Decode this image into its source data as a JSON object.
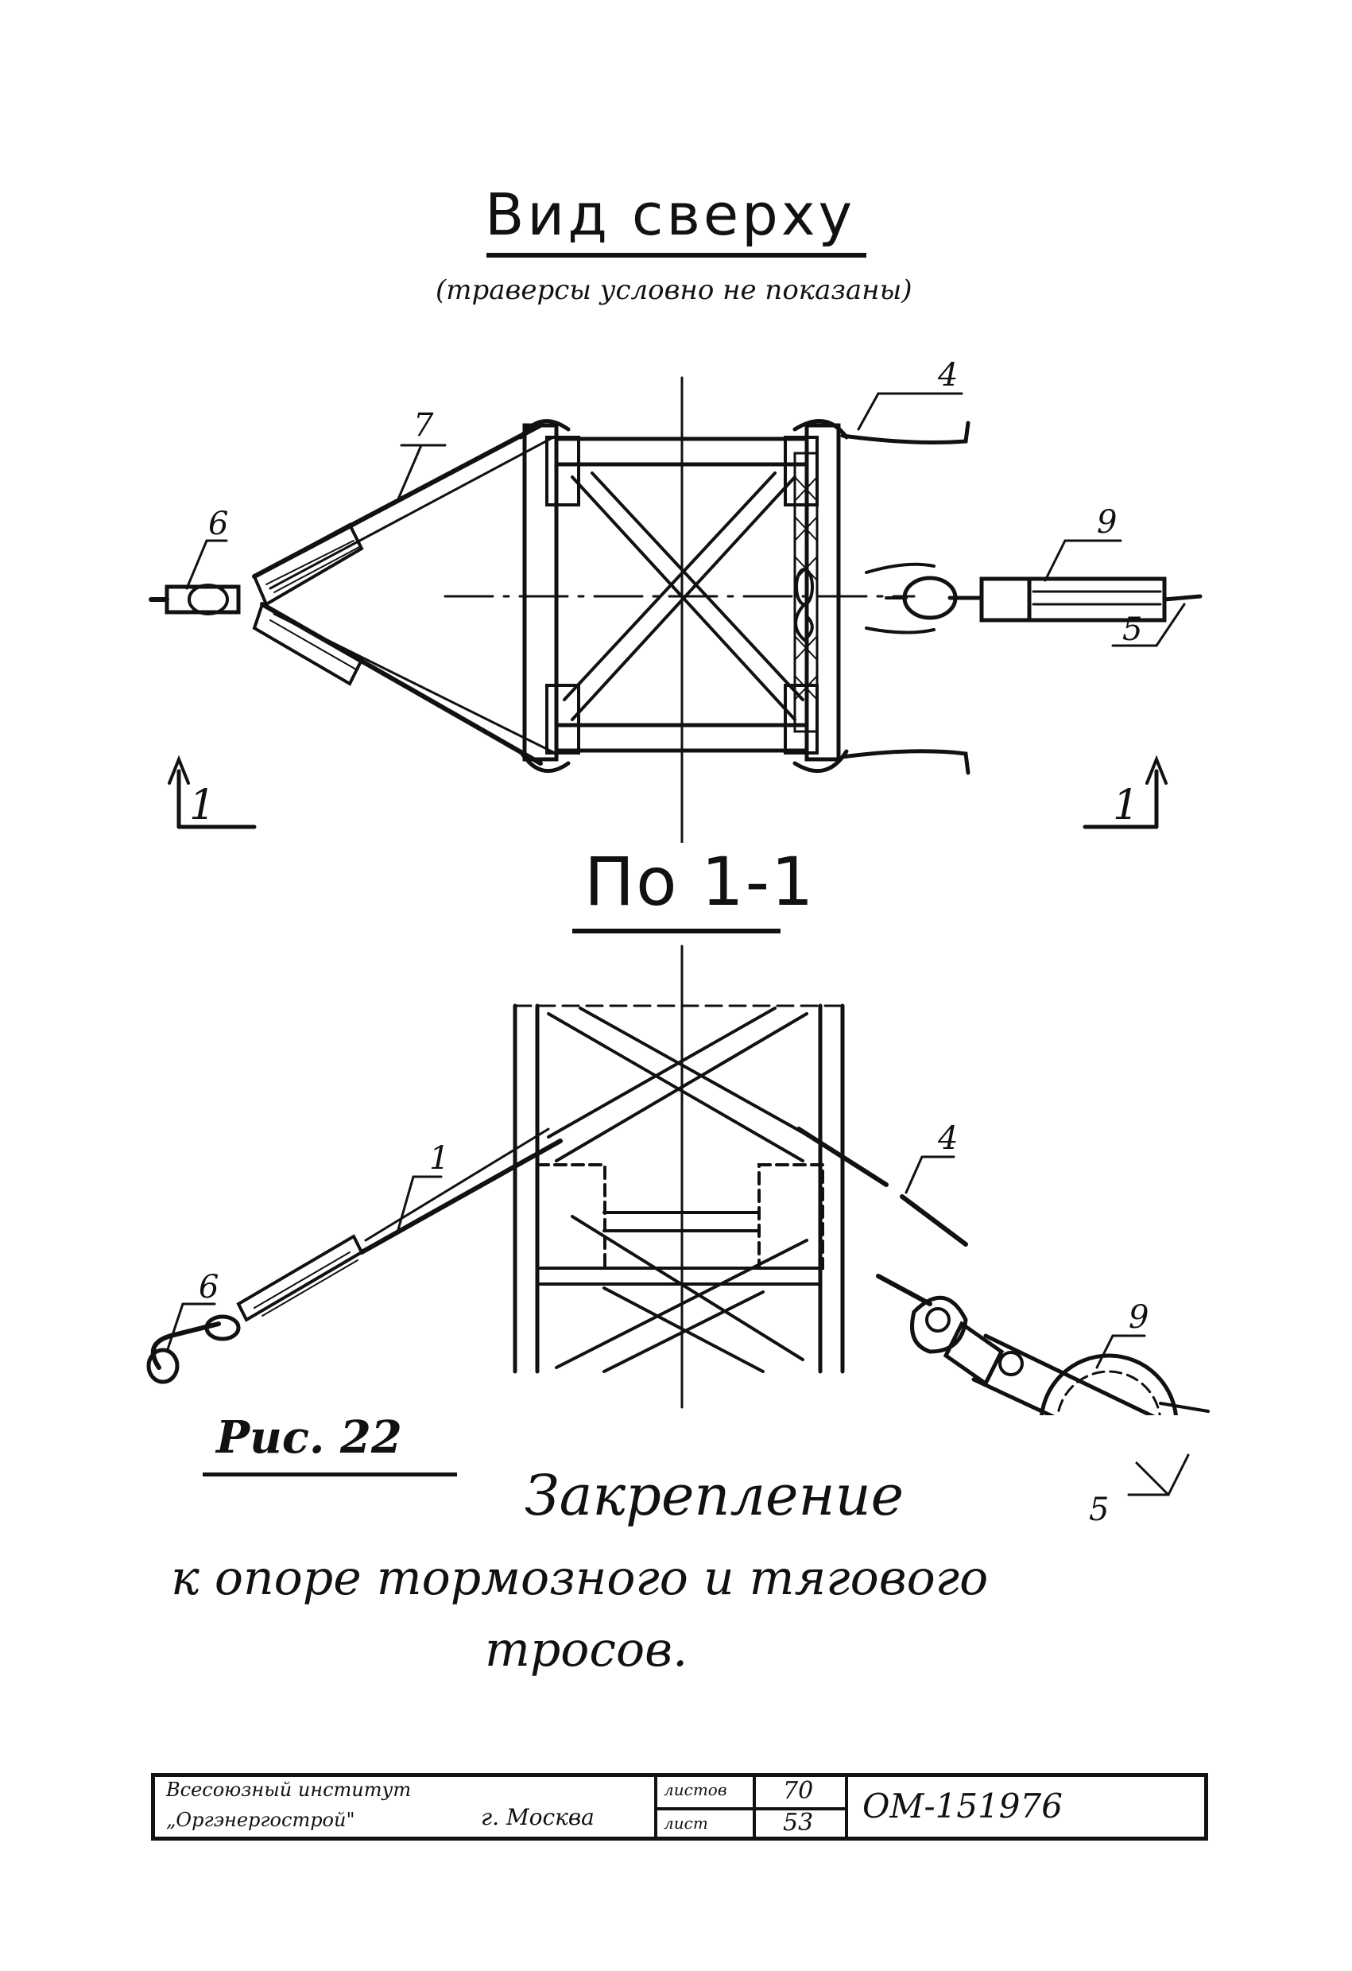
{
  "top_view": {
    "title": "Вид сверху",
    "subtitle": "(траверсы условно не показаны)",
    "labels": {
      "l4": "4",
      "l7": "7",
      "l6": "6",
      "l9": "9",
      "l5": "5"
    },
    "section_marks": {
      "left": "1",
      "right": "1"
    }
  },
  "section_view": {
    "title": "По 1-1",
    "labels": {
      "l1": "1",
      "l4": "4",
      "l6": "6",
      "l9": "9",
      "l5": "5"
    }
  },
  "figure": {
    "number": "Рис. 22",
    "caption_line1": "Закрепление",
    "caption_line2": "к опоре тормозного и тягового",
    "caption_line3": "тросов."
  },
  "stamp": {
    "org_line1": "Всесоюзный институт",
    "org_line2": "„Оргэнергострой\"",
    "city": "г. Москва",
    "label_sheets": "листов",
    "label_sheet": "лист",
    "sheets_value": "70",
    "sheet_value": "53",
    "doc_number": "ОМ-151976"
  },
  "colors": {
    "ink": "#111111",
    "paper": "#ffffff"
  }
}
